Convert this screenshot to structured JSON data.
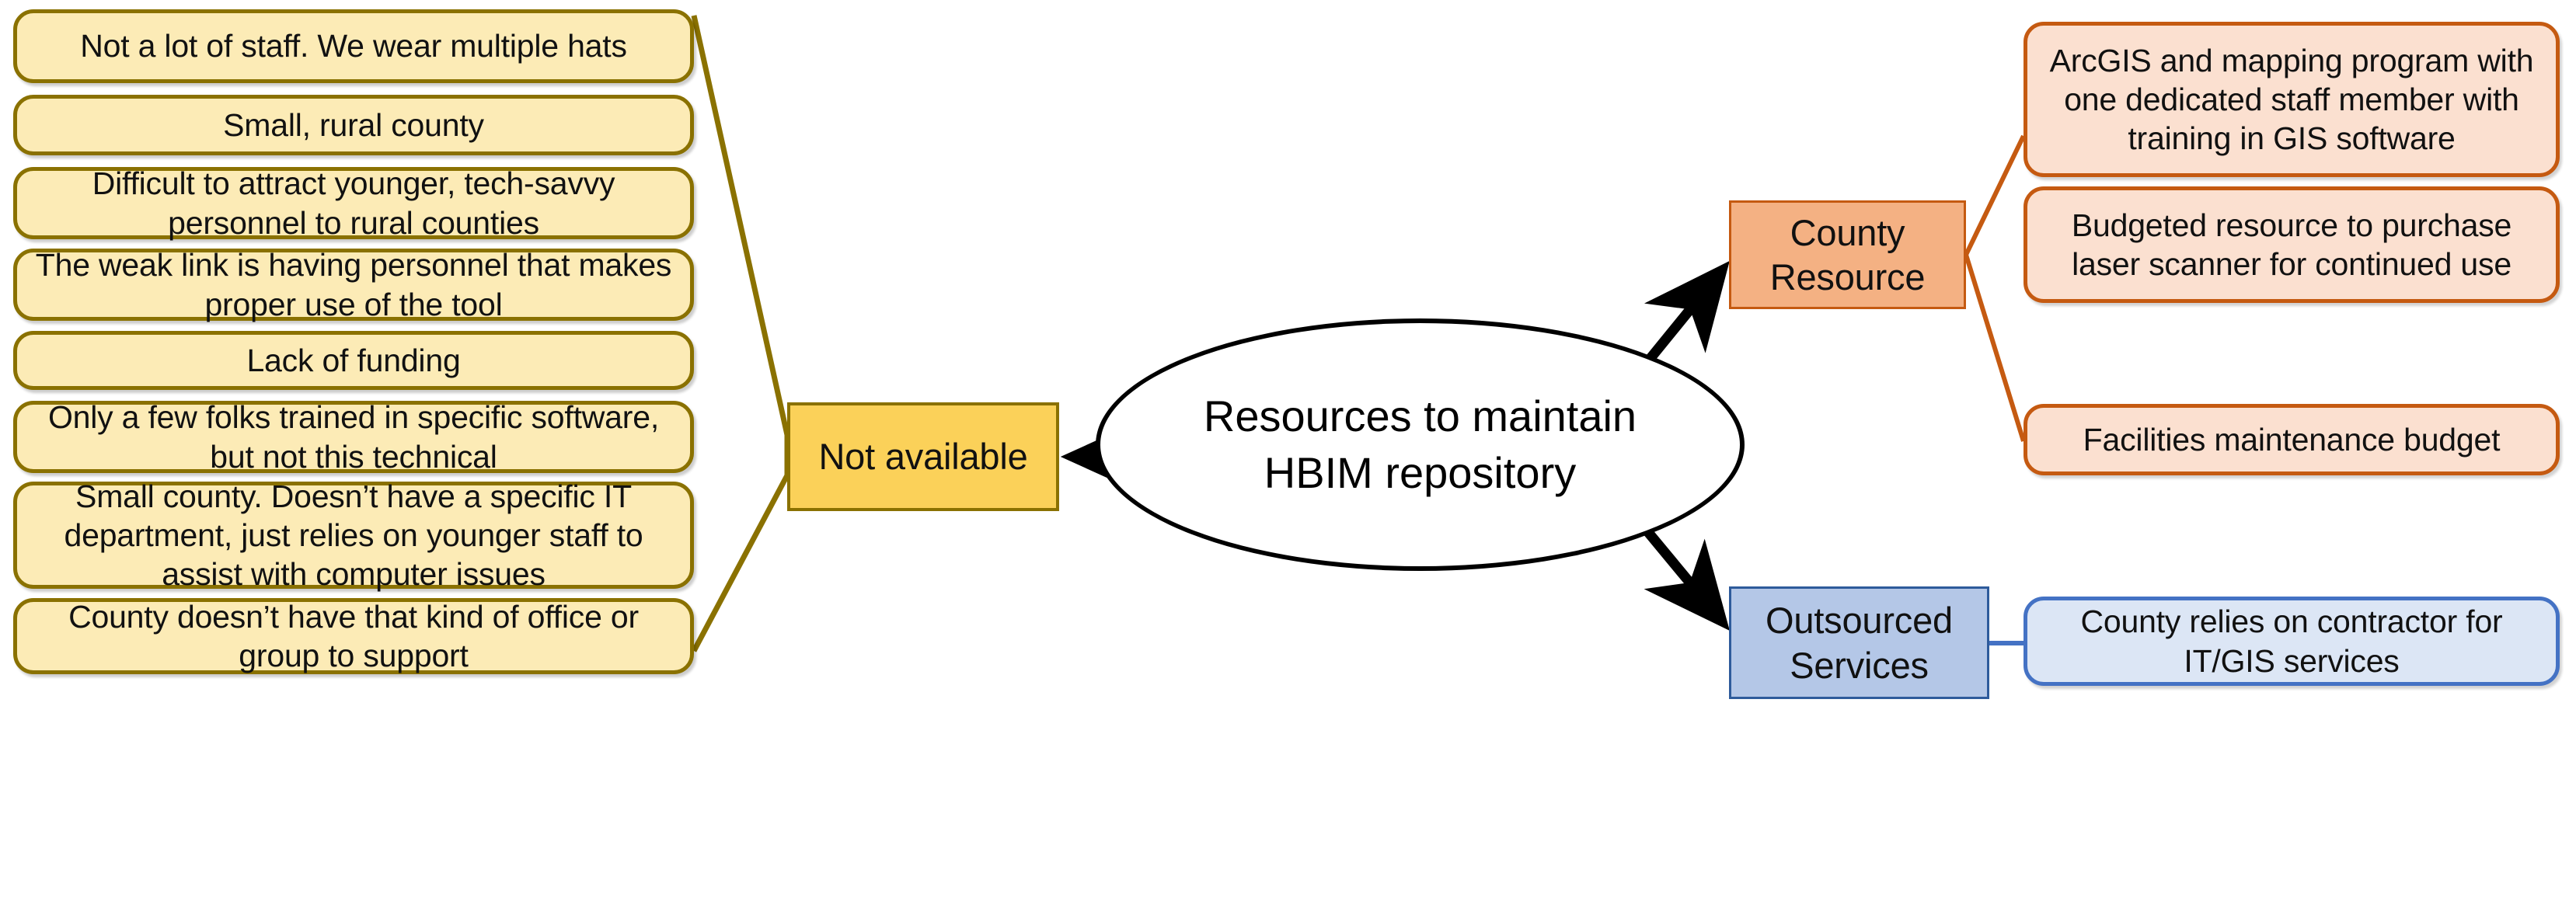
{
  "diagram": {
    "title": "Resources to maintain HBIM repository",
    "type": "mind-map",
    "colors": {
      "cream_fill": "#FCEBB6",
      "cream_border": "#8A7100",
      "yellow_fill": "#FBD159",
      "orange_fill": "#F4B183",
      "orange_border": "#C55A11",
      "peach_fill": "#FBE0D0",
      "blue_fill": "#B4C7E7",
      "blue_border": "#2E5B9B",
      "light_blue_fill": "#DCE6F5",
      "light_blue_border": "#4472C4",
      "arrow_black": "#000000"
    }
  },
  "center": {
    "label": "Resources to maintain HBIM repository"
  },
  "branches": {
    "not_available": {
      "label": "Not available",
      "leaves": [
        {
          "text": "Not a lot of staff. We wear multiple hats"
        },
        {
          "text": "Small, rural county"
        },
        {
          "text": "Difficult to attract younger, tech-savvy personnel to rural counties"
        },
        {
          "text": "The weak link is having personnel that makes proper use of the tool"
        },
        {
          "text": "Lack of funding"
        },
        {
          "text": "Only a few folks trained in specific software, but not this technical"
        },
        {
          "text": "Small county. Doesn’t have a specific IT department, just relies on younger staff to assist with computer issues"
        },
        {
          "text": "County doesn’t have that kind of office or group to support"
        }
      ]
    },
    "county_resource": {
      "label": "County Resource",
      "leaves": [
        {
          "text": "ArcGIS and mapping program with one dedicated staff member with training in GIS software"
        },
        {
          "text": "Budgeted resource to purchase laser scanner for continued use"
        },
        {
          "text": "Facilities maintenance budget"
        }
      ]
    },
    "outsourced_services": {
      "label": "Outsourced Services",
      "leaves": [
        {
          "text": "County relies on contractor for IT/GIS services"
        }
      ]
    }
  }
}
